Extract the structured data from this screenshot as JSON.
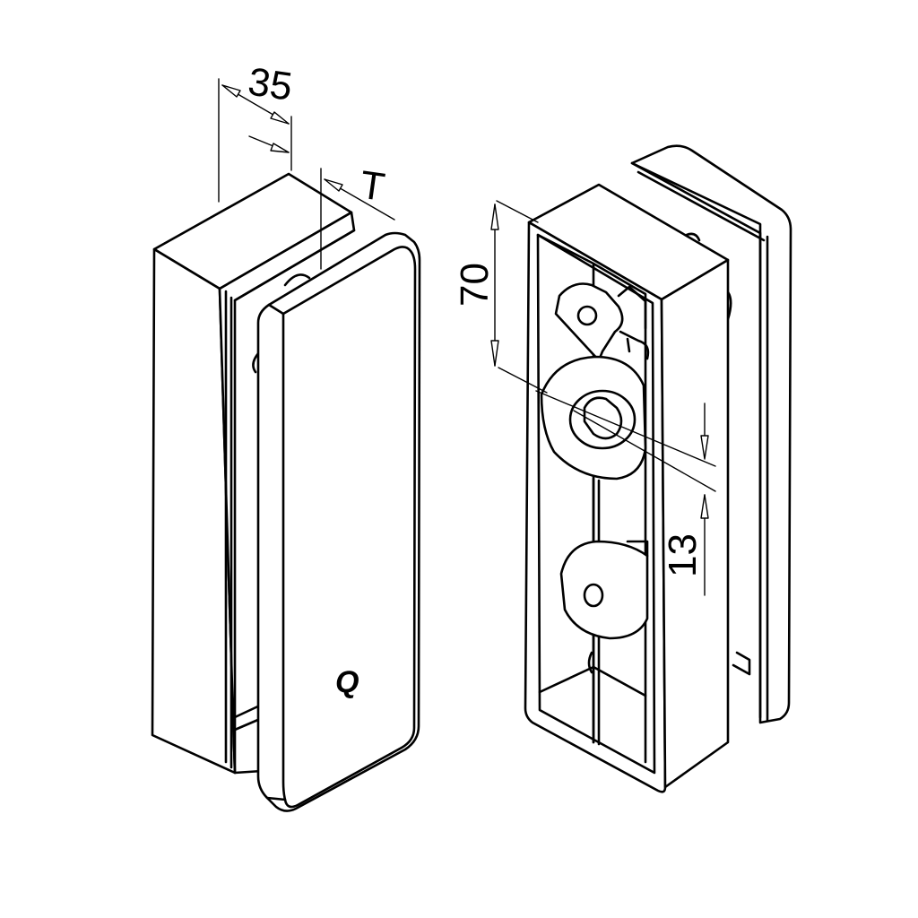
{
  "dimensions": {
    "width_label": "35",
    "thickness_label": "T",
    "height_label": "70",
    "offset_label": "13"
  },
  "brand_mark": "Q",
  "colors": {
    "line": "#000000",
    "background": "#ffffff"
  }
}
